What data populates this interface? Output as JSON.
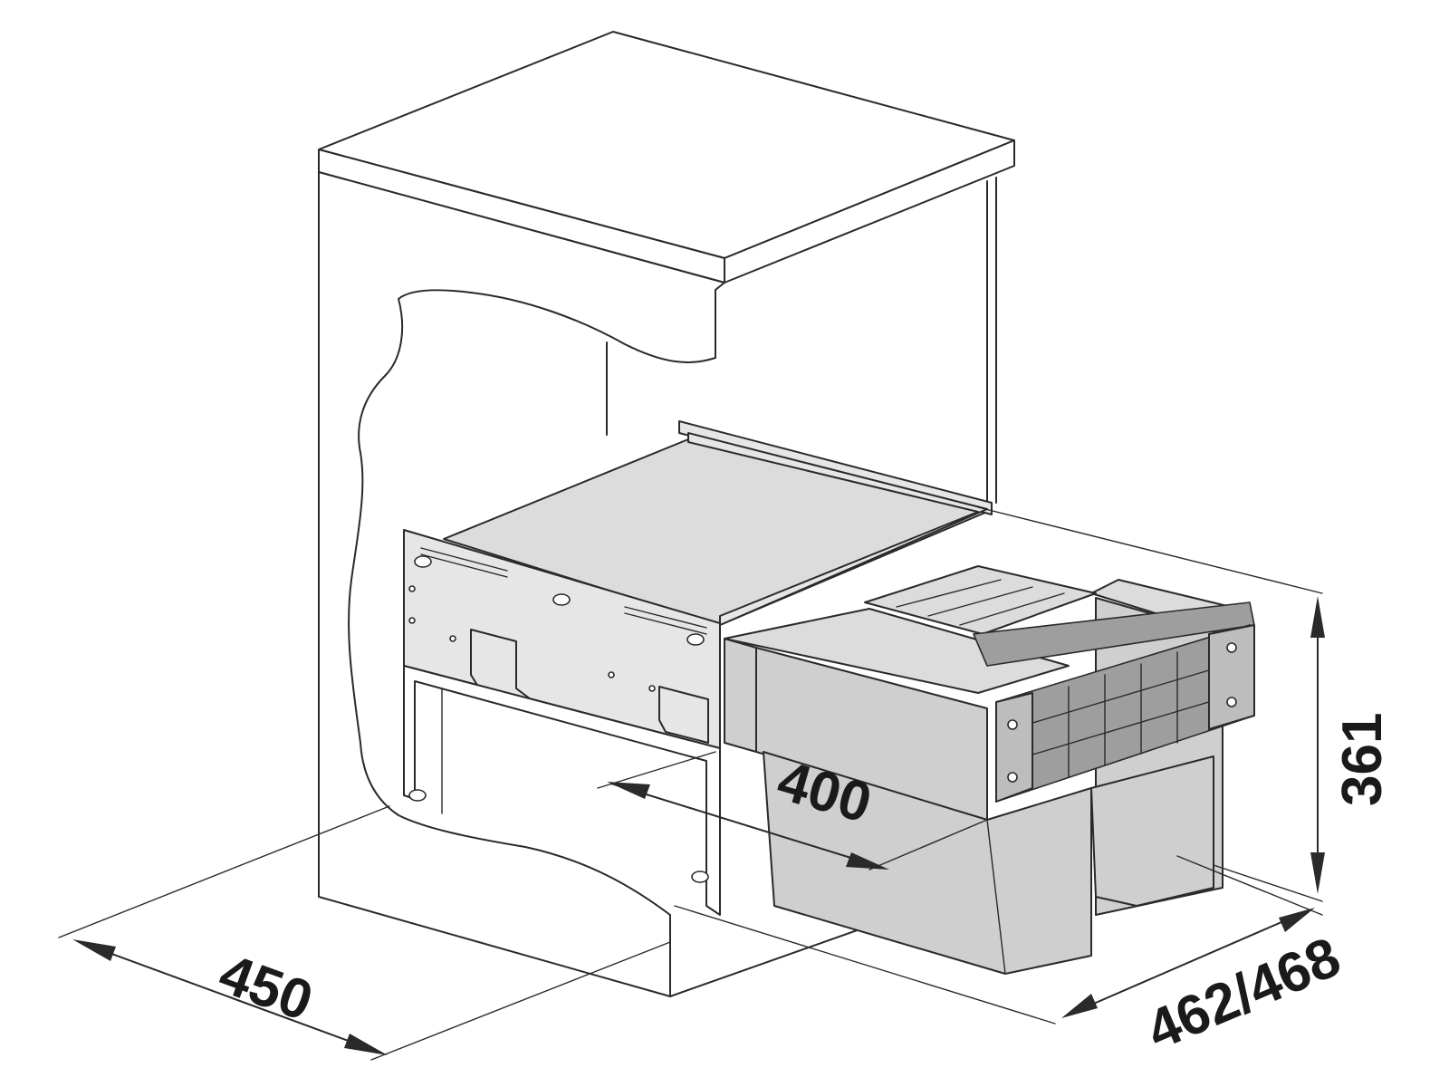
{
  "dimensions": {
    "depth": "450",
    "width": "462/468",
    "inner_width": "400",
    "height": "361"
  },
  "colors": {
    "line": "#2a2a2a",
    "bin_gray": "#cfcfcf",
    "frame_gray": "#9e9e9e",
    "background": "#ffffff"
  }
}
